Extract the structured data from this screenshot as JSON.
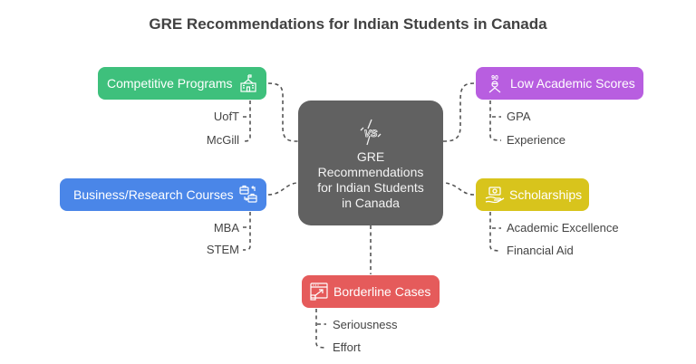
{
  "title": "GRE Recommendations for Indian Students in Canada",
  "center": {
    "label": "GRE Recommendations for Indian Students in Canada",
    "icon": "vs-icon",
    "color": "#616161"
  },
  "branches": [
    {
      "label": "Competitive Programs",
      "icon": "school-building-icon",
      "color": "#3ec07c",
      "leaves": [
        "UofT",
        "McGill"
      ]
    },
    {
      "label": "Business/Research Courses",
      "icon": "briefcase-swap-icon",
      "color": "#4a86e8",
      "leaves": [
        "MBA",
        "STEM"
      ]
    },
    {
      "label": "Borderline Cases",
      "icon": "expand-window-icon",
      "color": "#e55b5b",
      "leaves": [
        "Seriousness",
        "Effort"
      ]
    },
    {
      "label": "Low Academic Scores",
      "icon": "student-score-icon",
      "color": "#b85ee0",
      "leaves": [
        "GPA",
        "Experience"
      ]
    },
    {
      "label": "Scholarships",
      "icon": "money-hand-icon",
      "color": "#d8c41c",
      "leaves": [
        "Academic Excellence",
        "Financial Aid"
      ]
    }
  ]
}
